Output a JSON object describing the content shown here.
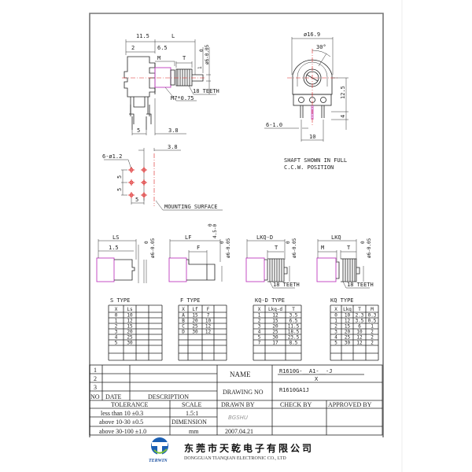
{
  "side_view": {
    "dim_body": "11.5",
    "dim_length": "L",
    "dim_2": "2",
    "dim_6_5": "6.5",
    "dim_m": "M",
    "dim_t": "T",
    "dim_shaft_dia": "ø6-0.05",
    "dim_shaft_tol": "0",
    "dim_1": "1",
    "thread": "M7*0.75",
    "teeth": "18 TEETH",
    "dim_pin_pitch": "5",
    "dim_3_8": "3.8"
  },
  "front_view": {
    "dim_diameter": "ø16.9",
    "angle": "30°",
    "dim_12_5": "12.5",
    "dim_4": "4",
    "pin_dia": "6-1.0",
    "dim_10": "10",
    "note_line1": "SHAFT SHOWN IN FULL",
    "note_line2": "C.C.W. POSITION"
  },
  "mounting": {
    "dim_3_8": "3.8",
    "holes": "6-ø1.2",
    "dim_5a": "5",
    "dim_5b": "5",
    "dim_5c": "5",
    "surface_label": "MOUNTING SURFACE"
  },
  "shafts": {
    "s": {
      "len": "LS",
      "sub": "1.5",
      "dia": "ø6-0.05",
      "tol": "0"
    },
    "f": {
      "len": "LF",
      "sub": "F",
      "flat": "4.5-0",
      "flat_tol": "0",
      "dia": "ø6-0.05",
      "tol": "0"
    },
    "kqd": {
      "len": "LKQ-D",
      "sub": "T",
      "dia": "ø6-0.05",
      "tol": "0",
      "teeth": "18 TEETH"
    },
    "kq": {
      "len": "LKQ",
      "m": "M",
      "sub": "T",
      "dia": "ø6-0.05",
      "tol": "0",
      "teeth": "18 TEETH"
    }
  },
  "tables": [
    {
      "title": "S TYPE",
      "headers": [
        "X",
        "Ls",
        "",
        ""
      ],
      "rows": [
        [
          "0",
          "10",
          "",
          ""
        ],
        [
          "1",
          "12",
          "",
          ""
        ],
        [
          "2",
          "15",
          "",
          ""
        ],
        [
          "3",
          "20",
          "",
          ""
        ],
        [
          "4",
          "25",
          "",
          ""
        ],
        [
          "5",
          "30",
          "",
          ""
        ]
      ]
    },
    {
      "title": "F TYPE",
      "headers": [
        "X",
        "Lf",
        "F",
        ""
      ],
      "rows": [
        [
          "A",
          "15",
          "7",
          ""
        ],
        [
          "B",
          "20",
          "10",
          ""
        ],
        [
          "C",
          "25",
          "12",
          ""
        ],
        [
          "D",
          "30",
          "12",
          ""
        ]
      ]
    },
    {
      "title": "KQ-D TYPE",
      "headers": [
        "X",
        "Lkq-d",
        "T"
      ],
      "rows": [
        [
          "1",
          "12",
          "3.5"
        ],
        [
          "2",
          "15",
          "6.5"
        ],
        [
          "3",
          "20",
          "11.5"
        ],
        [
          "4",
          "25",
          "18.5"
        ],
        [
          "5",
          "30",
          "23.5"
        ],
        [
          "7",
          "17",
          "8.5"
        ]
      ]
    },
    {
      "title": "KQ TYPE",
      "headers": [
        "X",
        "Lkq",
        "T",
        "M"
      ],
      "rows": [
        [
          "0",
          "10",
          "2.3",
          "0.3"
        ],
        [
          "1",
          "12",
          "3.5",
          "0.5"
        ],
        [
          "2",
          "15",
          "6",
          "1"
        ],
        [
          "3",
          "20",
          "10",
          "2"
        ],
        [
          "4",
          "25",
          "12",
          "2"
        ],
        [
          "5",
          "30",
          "12",
          "2"
        ]
      ]
    }
  ],
  "title_block": {
    "rev_numbers": [
      "1",
      "2",
      "3"
    ],
    "col_no": "NO",
    "col_date": "DATE",
    "col_description": "DESCRIPTION",
    "name_label": "NAME",
    "name_value": "R1610G-__A1-__-J",
    "name_sub": "X",
    "drawing_no_label": "DRAWING NO",
    "drawing_no_value": "R1610GA1J",
    "tolerance_label": "TOLERANCE",
    "tolerances": [
      "less than  10  ±0.3",
      "above 10-30 ±0.5",
      "above 30-100 ±1.0"
    ],
    "scale_label": "SCALE",
    "scale_value": "1.5:1",
    "dimension_label": "DIMENSION",
    "dimension_value": "mm",
    "drawn_by_label": "DRAWN BY",
    "drawn_by_signature": "BGSHU",
    "drawn_date": "2007.04.21",
    "check_by_label": "CHECK BY",
    "approved_by_label": "APPROVED BY"
  },
  "company": {
    "name_cn": "东莞市天乾电子有限公司",
    "name_en": "DONGGUAN TIANQIAN  ELECTRONIC CO., LTD",
    "logo_text": "TERWIN"
  },
  "colors": {
    "outline": "#222222",
    "bushing": "#c03cc0",
    "centerline": "#dd2222",
    "logo_blue": "#1a5fb4",
    "logo_green": "#7bbf3a"
  }
}
